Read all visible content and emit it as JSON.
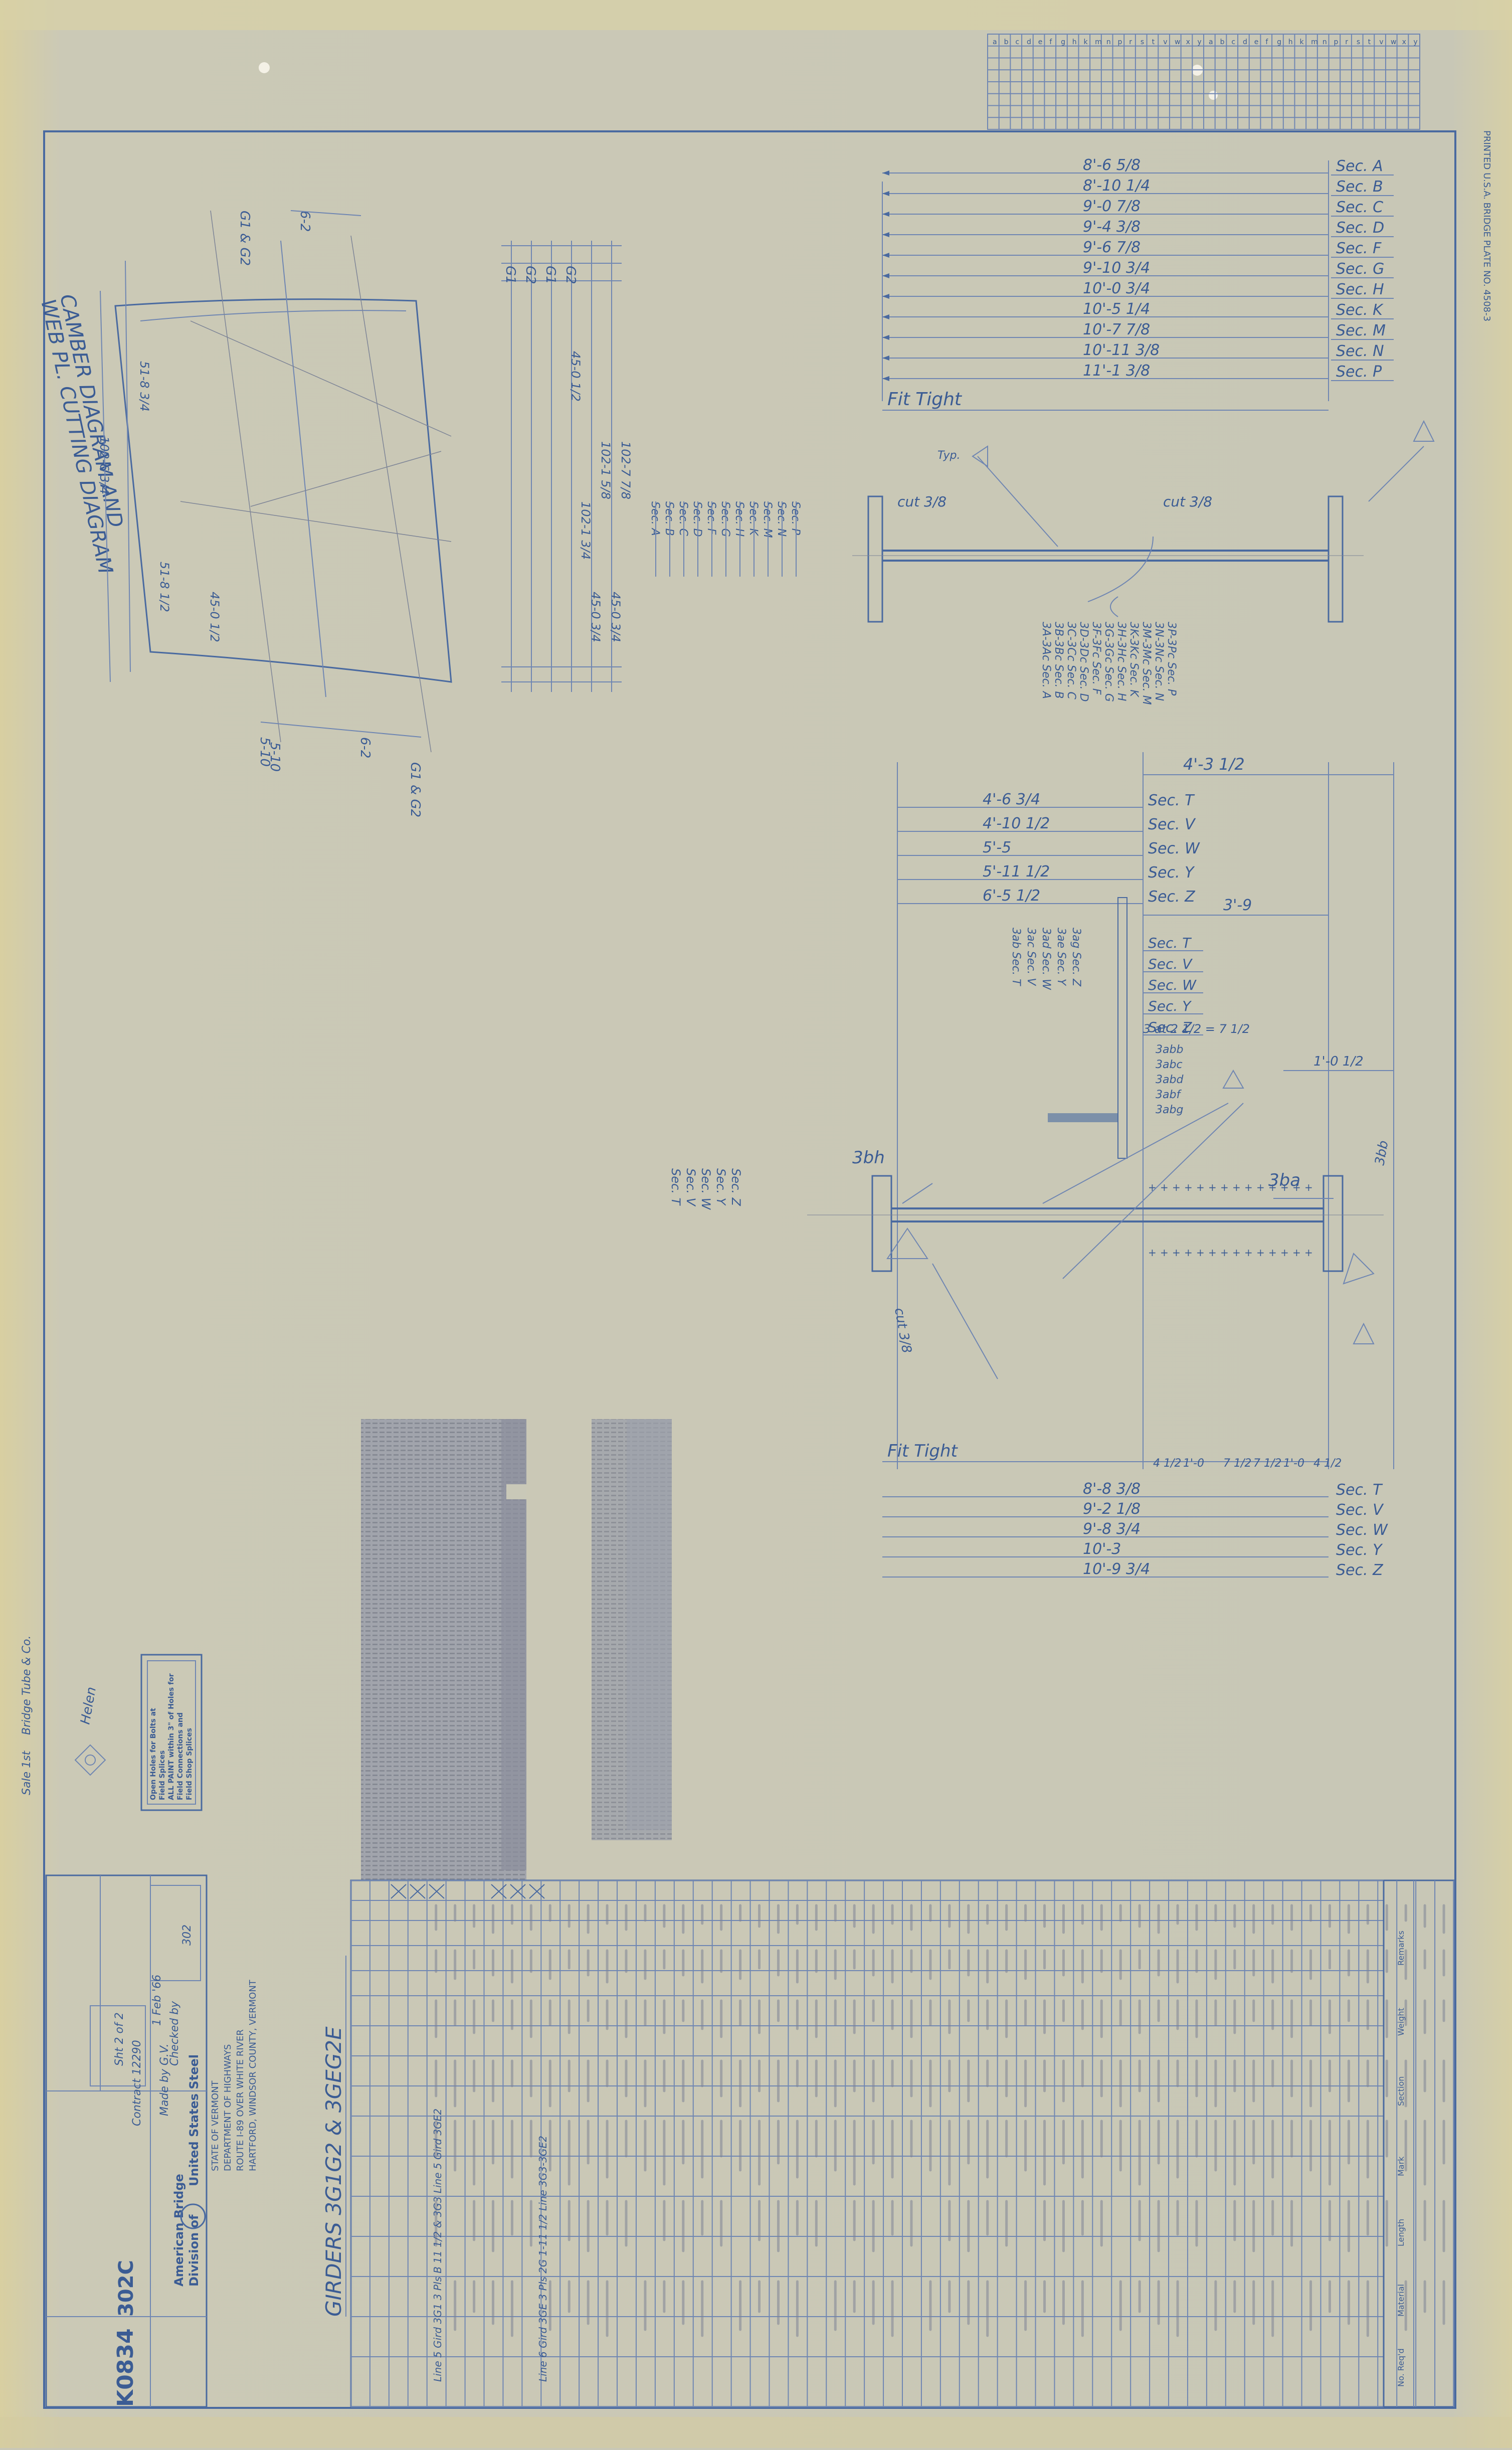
{
  "colors": {
    "paper": "#c9c8b8",
    "paper_edge": "#d7d0a8",
    "ink": "#3b5c94",
    "grid": "#6f86b2",
    "clipping": "#8b8f9c"
  },
  "top_index_letters": [
    "a",
    "b",
    "c",
    "d",
    "e",
    "f",
    "g",
    "h",
    "k",
    "m",
    "n",
    "p",
    "r",
    "s",
    "t",
    "v",
    "w",
    "x",
    "y"
  ],
  "side_print": "PRINTED U.S.A. BRIDGE PLATE NO. 4508-3",
  "top_dims": {
    "fit_label": "Fit Tight",
    "rows": [
      {
        "dim": "8'-6 5/8",
        "sec": "Sec. A"
      },
      {
        "dim": "8'-10 1/4",
        "sec": "Sec. B"
      },
      {
        "dim": "9'-0 7/8",
        "sec": "Sec. C"
      },
      {
        "dim": "9'-4 3/8",
        "sec": "Sec. D"
      },
      {
        "dim": "9'-6 7/8",
        "sec": "Sec. F"
      },
      {
        "dim": "9'-10 3/4",
        "sec": "Sec. G"
      },
      {
        "dim": "10'-0 3/4",
        "sec": "Sec. H"
      },
      {
        "dim": "10'-5 1/4",
        "sec": "Sec. K"
      },
      {
        "dim": "10'-7 7/8",
        "sec": "Sec. M"
      },
      {
        "dim": "10'-11 3/8",
        "sec": "Sec. N"
      },
      {
        "dim": "11'-1 3/8",
        "sec": "Sec. P"
      }
    ],
    "cut_left": "cut 3/8",
    "cut_right": "cut 3/8",
    "vert_marks": [
      "3A-3Ac Sec. A",
      "3B-3Bc Sec. B",
      "3C-3Cc Sec. C",
      "3D-3Dc Sec. D",
      "3F-3Fc Sec. F",
      "3G-3Gc Sec. G",
      "3H-3Hc Sec. H",
      "3K-3Kc Sec. K",
      "3M-3Mc Sec. M",
      "3N-3Nc Sec. N",
      "3P-3Pc Sec. P"
    ],
    "weld_tag": "Typ."
  },
  "camber": {
    "title_line1": "CAMBER DIAGRAM AND",
    "title_line2": "WEB PL. CUTTING DIAGRAM",
    "labels": [
      "G1",
      "G2",
      "G1",
      "G2",
      "6-2",
      "5-10",
      "6-2",
      "5-10",
      "G1 & G2",
      "G1 & G2"
    ],
    "values": [
      "102-1 5/8",
      "102-7 7/8",
      "45-0 1/2",
      "45-0 3/4",
      "51-8 3/4",
      "102-6 3/4",
      "102-1 3/4",
      "45-0 3/4",
      "45-0 1/2",
      "51-8 1/2"
    ],
    "sec_column": [
      "Sec. A",
      "Sec. B",
      "Sec. C",
      "Sec. D",
      "Sec. F",
      "Sec. G",
      "Sec. H",
      "Sec. K",
      "Sec. M",
      "Sec. N",
      "Sec. P"
    ]
  },
  "mid_dims": {
    "overall": "4'-3 1/2",
    "overall2": "3'-9",
    "rows": [
      {
        "dim": "4'-6 3/4",
        "sec": "Sec. T"
      },
      {
        "dim": "4'-10 1/2",
        "sec": "Sec. V"
      },
      {
        "dim": "5'-5",
        "sec": "Sec. W"
      },
      {
        "dim": "5'-11 1/2",
        "sec": "Sec. Y"
      },
      {
        "dim": "6'-5 1/2",
        "sec": "Sec. Z"
      }
    ],
    "secs_right": [
      "Sec. T",
      "Sec. V",
      "Sec. W",
      "Sec. Y",
      "Sec. Z"
    ],
    "marks": [
      "3ab Sec. T",
      "3ac Sec. V",
      "3ad Sec. W",
      "3ae Sec. Y",
      "3ag Sec. Z"
    ],
    "marks2": [
      "3abb",
      "3abc",
      "3abd",
      "3abf",
      "3abg"
    ],
    "sec_list": [
      "Sec. T",
      "Sec. V",
      "Sec. W",
      "Sec. Y",
      "Sec. Z"
    ],
    "bolt_note": "3 at 2 1/2 = 7 1/2",
    "span_note": "1'-0 1/2",
    "label_sba": "3ba",
    "label_sbh": "3bh",
    "label_sbb": "3bb",
    "cut_note": "cut 3/8",
    "fit_label": "Fit Tight",
    "bottom_chain": [
      "4 1/2",
      "1'-0",
      "7 1/2",
      "7 1/2",
      "1'-0",
      "4 1/2"
    ],
    "bottom_rows": [
      {
        "dim": "8'-8 3/8",
        "sec": "Sec. T"
      },
      {
        "dim": "9'-2 1/8",
        "sec": "Sec. V"
      },
      {
        "dim": "9'-8 3/4",
        "sec": "Sec. W"
      },
      {
        "dim": "10'-3",
        "sec": "Sec. Y"
      },
      {
        "dim": "10'-9 3/4",
        "sec": "Sec. Z"
      }
    ]
  },
  "stamp": {
    "lines": [
      "Open Holes for Bolts at",
      "Field Splices",
      "ALL PAINT within 3\" of Holes for",
      "Field Connections and",
      "Field Shop Splices"
    ],
    "initial": "Helen"
  },
  "title_block": {
    "company1": "American Bridge",
    "company2": "Division of",
    "company3": "United States Steel",
    "project": "GIRDERS 3G1G2 & 3GEG2E",
    "sheet_no": "K0834",
    "sheet_sub": "302C",
    "state": "STATE OF VERMONT",
    "dept": "DEPARTMENT OF HIGHWAYS",
    "route": "ROUTE I-89 OVER WHITE RIVER",
    "town": "HARTFORD, WINDSOR COUNTY, VERMONT",
    "contract": "Contract 12290",
    "scale": "Sht 2 of 2",
    "made_by": "Made by G.V.",
    "checked_by": "Checked by",
    "date": "1 Feb '66",
    "order": "302",
    "margin_note1": "Sale 1st",
    "margin_note2": "Bridge Tube & Co."
  },
  "table": {
    "header_cols": [
      "No. Req'd",
      "Material",
      "Length",
      "Mark",
      "Section",
      "Weight",
      "Remarks"
    ],
    "crossed_rows": 2,
    "line_note1": "Line 5 Gird 3G1  3 Pls  B 11 1/2 & 3G3  Line 5 Gird 3GE2",
    "line_note2": "Line 6 Gird 3GE  3 Pls  2G 1-11 1/2 Line 3G3-3GE2",
    "row_count": 58
  }
}
